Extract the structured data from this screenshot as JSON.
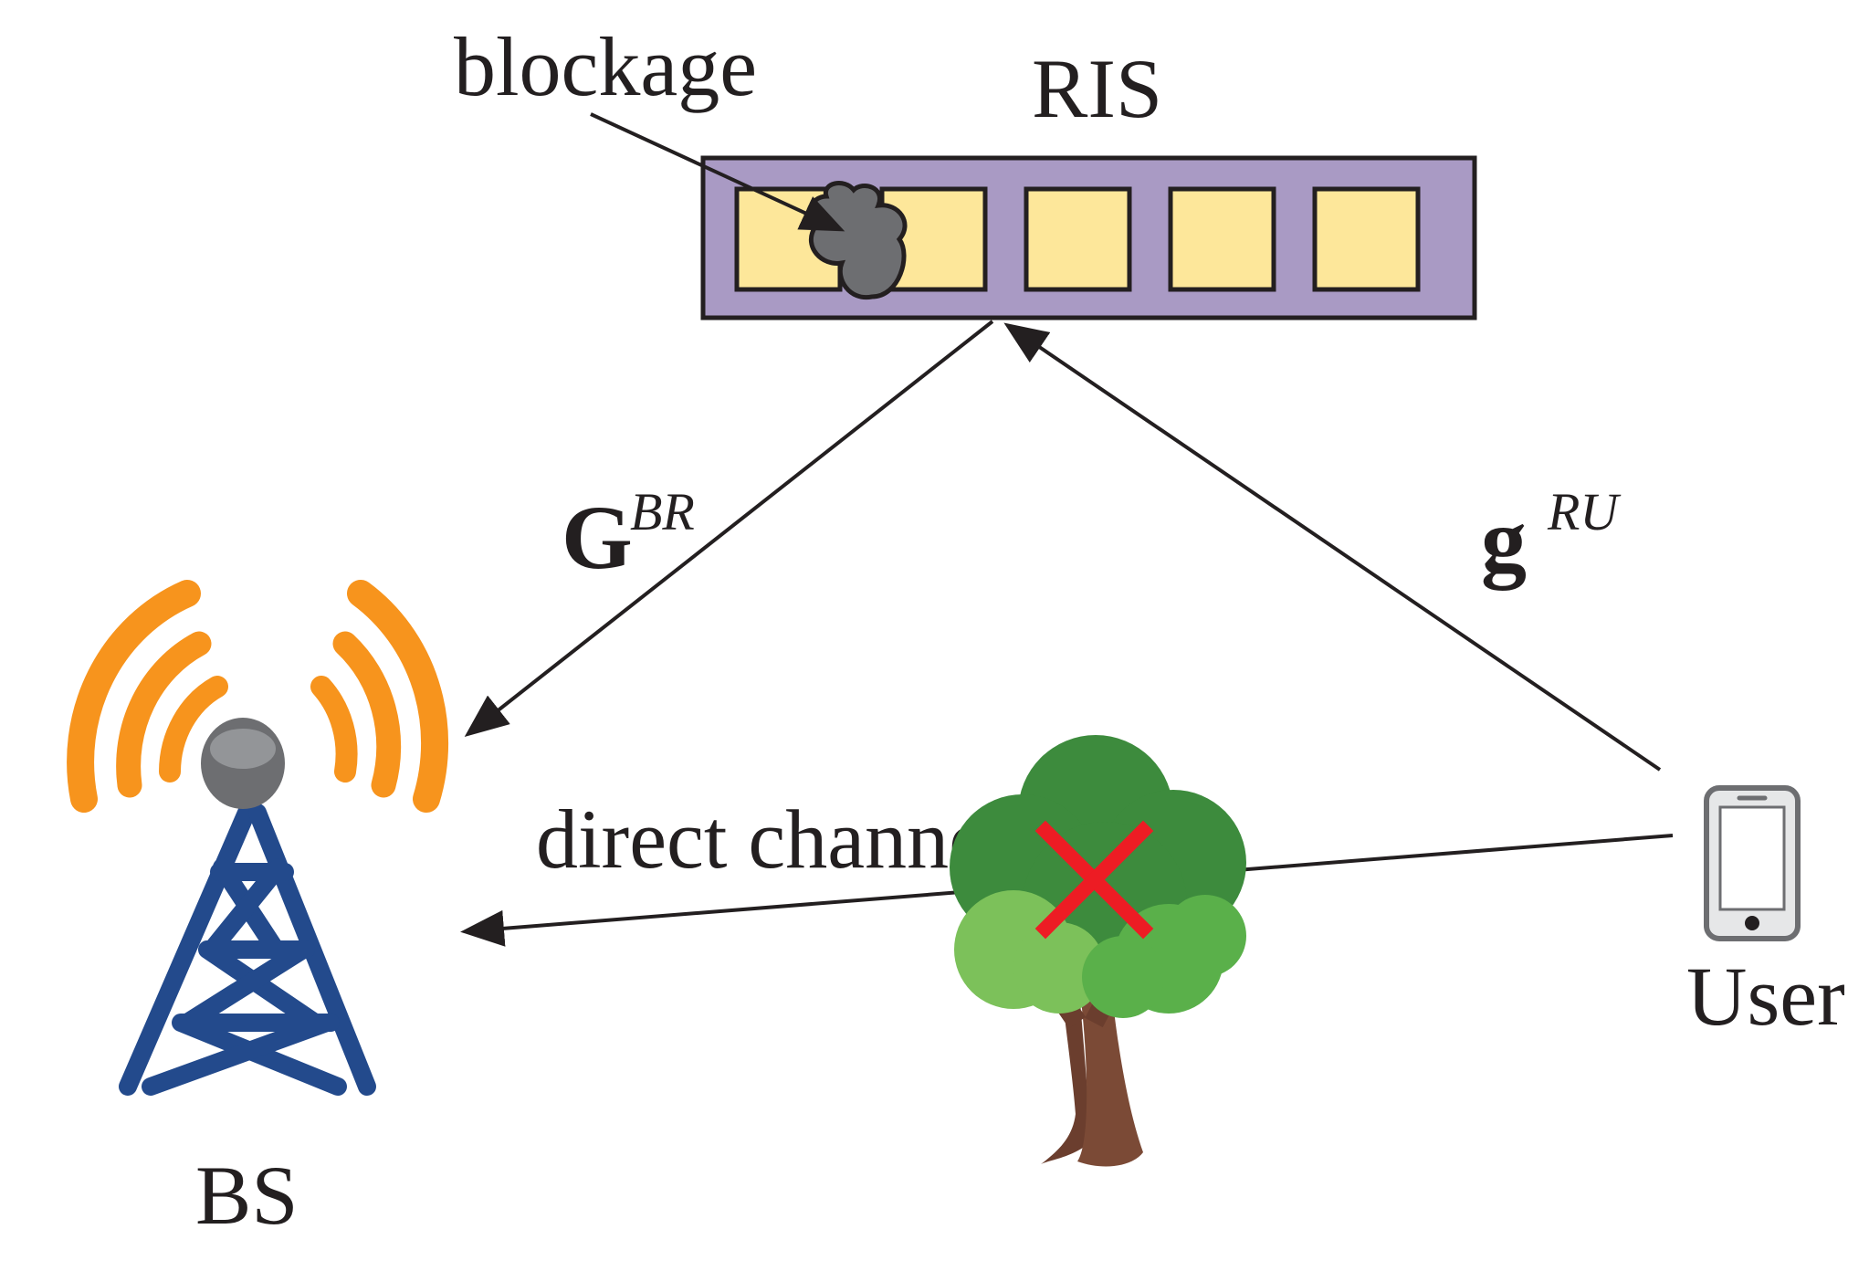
{
  "nodes": {
    "ris": {
      "label": "RIS"
    },
    "bs": {
      "label": "BS"
    },
    "user": {
      "label": "User"
    }
  },
  "annotations": {
    "blockage": "blockage",
    "direct_channel": "direct channel"
  },
  "channels": {
    "bs_ris": {
      "symbol": "G",
      "superscript": "BR"
    },
    "ris_user": {
      "symbol": "g",
      "superscript": "RU"
    }
  },
  "colors": {
    "ris_panel": "#a99ac4",
    "ris_element": "#fde79a",
    "blockage": "#6d6e71",
    "tower": "#234a8c",
    "signal_arcs": "#f7941d",
    "tree_leaves": "#4fa447",
    "tree_trunk": "#6b3e2e",
    "blocked_mark": "#ed1c24",
    "line": "#231f20"
  },
  "icons": [
    "tower-icon",
    "phone-icon",
    "tree-icon",
    "blockage-icon",
    "cross-icon"
  ]
}
